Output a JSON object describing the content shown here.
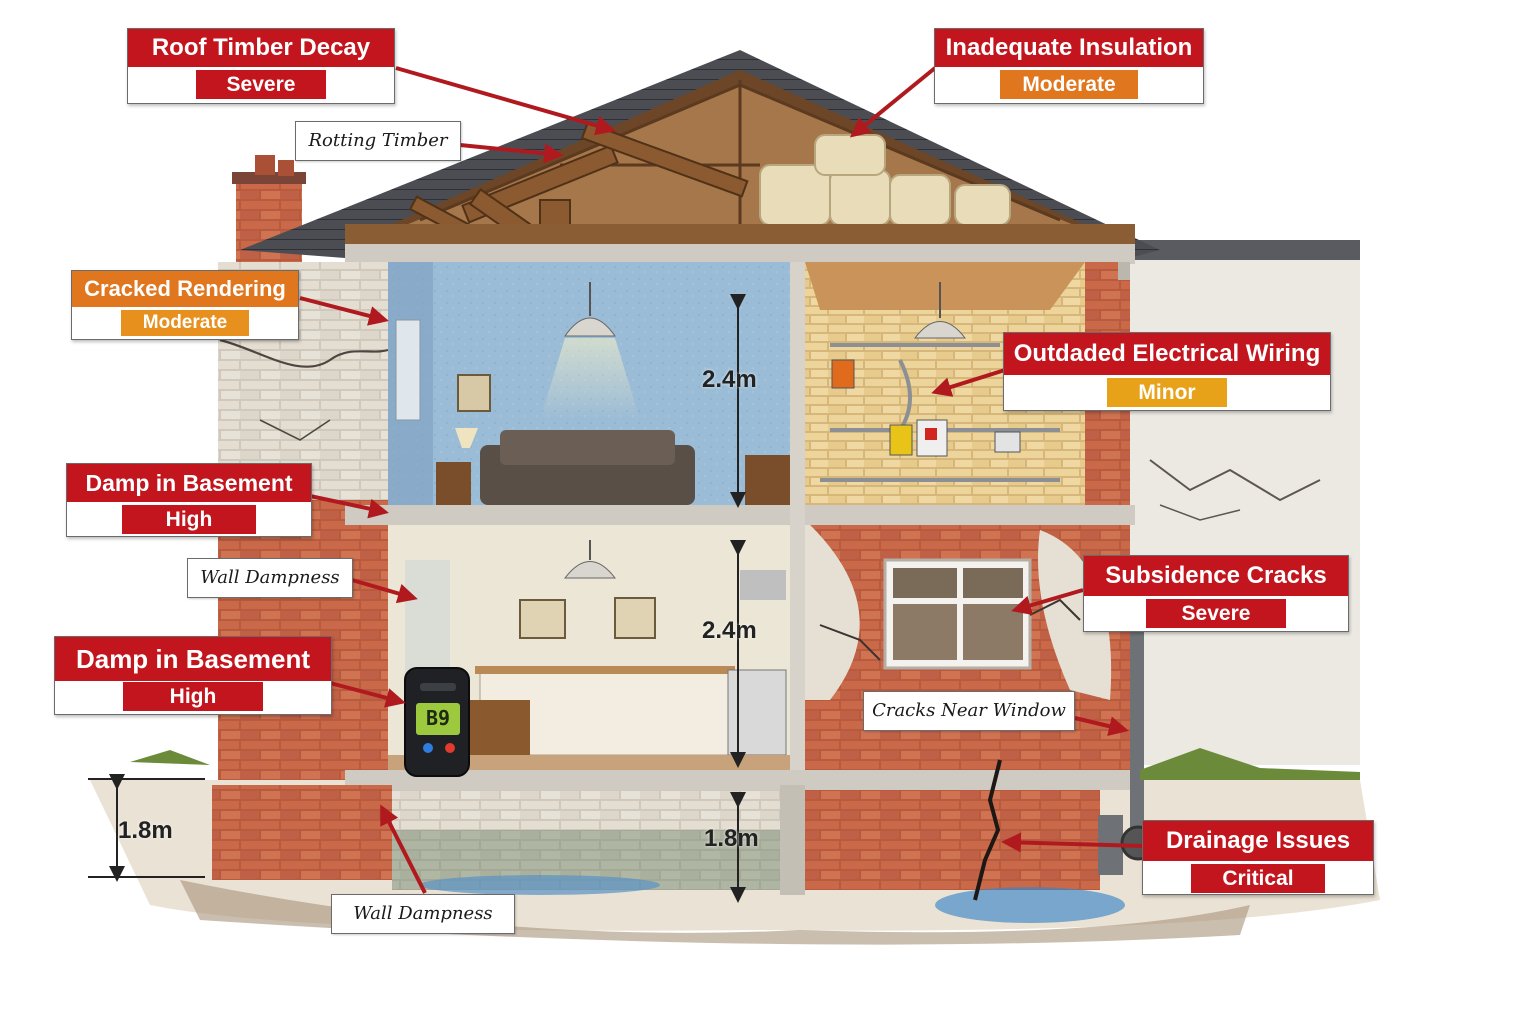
{
  "callouts": {
    "roof_timber": {
      "title": "Roof Timber Decay",
      "severity": "Severe"
    },
    "insulation": {
      "title": "Inadequate Insulation",
      "severity": "Moderate"
    },
    "rendering": {
      "title": "Cracked Rendering",
      "severity": "Moderate"
    },
    "wiring": {
      "title": "Outdaded Electrical Wiring",
      "severity": "Minor"
    },
    "damp1": {
      "title": "Damp in Basement",
      "severity": "High"
    },
    "damp2": {
      "title": "Damp in Basement",
      "severity": "High"
    },
    "subsidence": {
      "title": "Subsidence Cracks",
      "severity": "Severe"
    },
    "drainage": {
      "title": "Drainage Issues",
      "severity": "Critical"
    }
  },
  "tags": {
    "rotting_timber": "Rotting Timber",
    "wall_dampness_1": "Wall Dampness",
    "cracks_window": "Cracks Near Window",
    "wall_dampness_2": "Wall Dampness"
  },
  "dimensions": {
    "upper": "2.4m",
    "ground": "2.4m",
    "basement_left": "1.8m",
    "basement_center": "1.8m"
  },
  "meter": {
    "reading": "B9"
  },
  "colors": {
    "severe": "#c3151d",
    "high": "#c3151d",
    "critical": "#c3151d",
    "moderate": "#e0761d",
    "minor": "#e8a219",
    "arrow": "#b01a1f"
  }
}
